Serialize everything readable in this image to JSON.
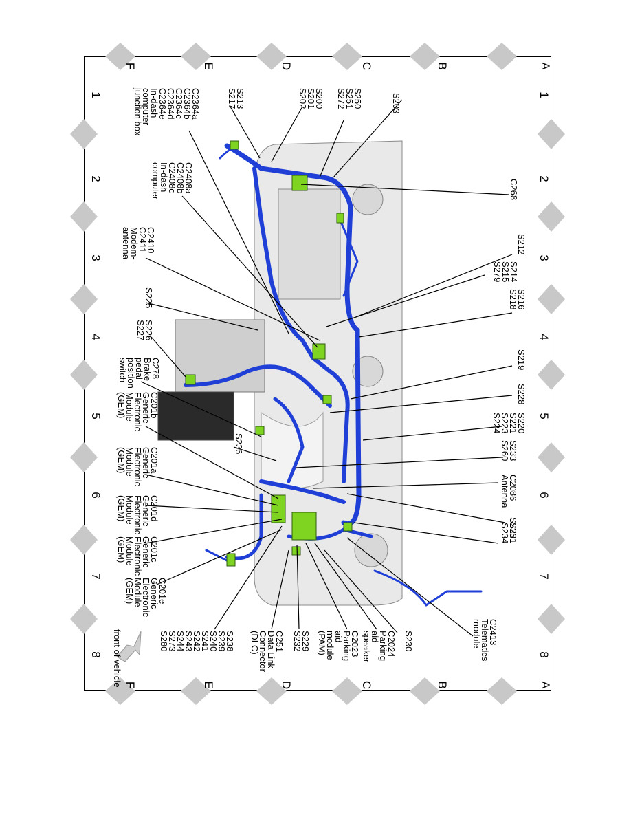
{
  "grid": {
    "letters": [
      "A",
      "B",
      "C",
      "D",
      "E",
      "F"
    ],
    "numbers": [
      "1",
      "2",
      "3",
      "4",
      "5",
      "6",
      "7",
      "8"
    ]
  },
  "callouts": {
    "top": [
      {
        "id": "s203",
        "lines": [
          "S203"
        ]
      },
      {
        "id": "c268",
        "lines": [
          "C268"
        ]
      },
      {
        "id": "s212",
        "lines": [
          "S212"
        ]
      },
      {
        "id": "s214",
        "lines": [
          "S214",
          "S215",
          "S279"
        ]
      },
      {
        "id": "s216",
        "lines": [
          "S216",
          "S218"
        ]
      },
      {
        "id": "s219",
        "lines": [
          "S219"
        ]
      },
      {
        "id": "s228",
        "lines": [
          "S228"
        ]
      },
      {
        "id": "s220",
        "lines": [
          "S220",
          "S221",
          "S223",
          "S224"
        ]
      },
      {
        "id": "s233",
        "lines": [
          "S233",
          "S260"
        ]
      },
      {
        "id": "c2086",
        "lines": [
          "C2086",
          "Antenna"
        ]
      },
      {
        "id": "s235",
        "lines": [
          "S235"
        ]
      },
      {
        "id": "s231",
        "lines": [
          "S231",
          "S234"
        ]
      },
      {
        "id": "c2413",
        "lines": [
          "C2413",
          "Telematics",
          "module"
        ]
      },
      {
        "id": "s230",
        "lines": [
          "S230"
        ]
      },
      {
        "id": "c2024",
        "lines": [
          "C2024",
          "Parking",
          "aid",
          "speaker"
        ]
      },
      {
        "id": "c2023",
        "lines": [
          "C2023",
          "Parking",
          "aid",
          "module",
          "(PAM)"
        ]
      },
      {
        "id": "s229",
        "lines": [
          "S229",
          "S232"
        ]
      },
      {
        "id": "c251",
        "lines": [
          "C251",
          "Data Link",
          "Connector",
          "(DLC)"
        ]
      },
      {
        "id": "s238",
        "lines": [
          "S238",
          "S239",
          "S240",
          "S241",
          "S242",
          "S243",
          "S244",
          "S273",
          "S280"
        ]
      }
    ],
    "bottom": [
      {
        "id": "s250",
        "lines": [
          "S250",
          "S251",
          "S272"
        ]
      },
      {
        "id": "s200",
        "lines": [
          "S200",
          "S201",
          "S202"
        ]
      },
      {
        "id": "s213",
        "lines": [
          "S213",
          "S217"
        ]
      },
      {
        "id": "c2364",
        "lines": [
          "C2364a",
          "C2364b",
          "C2364c",
          "C2364d",
          "C2364e",
          "In-dash",
          "computer",
          "junction box"
        ]
      },
      {
        "id": "c2408",
        "lines": [
          "C2408a",
          "C2408b",
          "C2408c",
          "In-dash",
          "computer"
        ]
      },
      {
        "id": "c2410",
        "lines": [
          "C2410",
          "C2411",
          "Modem-",
          "antenna"
        ]
      },
      {
        "id": "s225",
        "lines": [
          "S225"
        ]
      },
      {
        "id": "s226",
        "lines": [
          "S226",
          "S227"
        ]
      },
      {
        "id": "c278",
        "lines": [
          "C278",
          "Brake",
          "pedal",
          "position",
          "switch"
        ]
      },
      {
        "id": "c201b",
        "lines": [
          "C201b",
          "Generic",
          "Electronic",
          "Module",
          "(GEM)"
        ]
      },
      {
        "id": "s236",
        "lines": [
          "S236"
        ]
      },
      {
        "id": "c201a",
        "lines": [
          "C201a",
          "Generic",
          "Electronic",
          "Module",
          "(GEM)"
        ]
      },
      {
        "id": "c201d",
        "lines": [
          "C201d",
          "Generic",
          "Electronic",
          "Module",
          "(GEM)"
        ]
      },
      {
        "id": "c201c",
        "lines": [
          "C201c",
          "Generic",
          "Electronic",
          "Module",
          "(GEM)"
        ]
      },
      {
        "id": "c201e",
        "lines": [
          "C201e",
          "Generic",
          "Electronic",
          "Module",
          "(GEM)"
        ]
      }
    ]
  },
  "front_note": "front of vehicle",
  "colors": {
    "harness": "#1f3fd6",
    "connector": "#7fd321",
    "body": "#d9d9d9",
    "diamond": "#c8c8c8"
  }
}
